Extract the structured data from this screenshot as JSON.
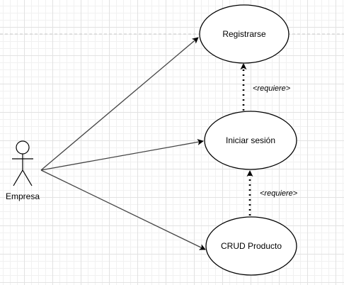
{
  "diagram": {
    "actor": {
      "name": "Empresa"
    },
    "use_cases": {
      "registrarse": "Registrarse",
      "iniciar_sesion": "Iniciar sesión",
      "crud_producto": "CRUD Producto"
    },
    "dependencies": {
      "login_to_register": "<requiere>",
      "crud_to_login": "<requiere>"
    }
  },
  "colors": {
    "stroke": "#000000",
    "association": "#444444",
    "page_break": "#c8c8c8"
  }
}
